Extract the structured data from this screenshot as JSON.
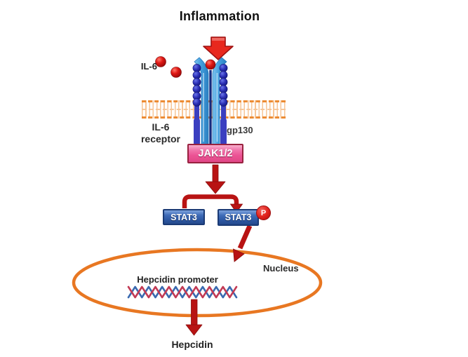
{
  "figure": {
    "title": "Inflammation",
    "ligand": {
      "label": "IL-6",
      "count": 3,
      "color": "#d81a15"
    },
    "receptor": {
      "label_line1": "IL-6",
      "label_line2": "receptor",
      "gp130_label": "gp130",
      "bead_color": "#2b2fb5",
      "bar_color": "#45a0de",
      "membrane_color": "#ec8b33"
    },
    "kinase": {
      "label": "JAK1/2",
      "fill": "#ec5495",
      "border": "#98223f"
    },
    "stat3": {
      "label": "STAT3",
      "phospho_label": "P",
      "fill": "#2d57a2",
      "border": "#1a3a75",
      "phospho_color": "#df201b"
    },
    "nucleus": {
      "label": "Nucleus",
      "promoter_label": "Hepcidin promoter",
      "outline_color": "#e87722",
      "dna_red": "#c23a55",
      "dna_blue": "#3a6ab0"
    },
    "output": {
      "label": "Hepcidin"
    },
    "arrow_color": "#b81313",
    "block_arrow_color": "#e8281e"
  }
}
